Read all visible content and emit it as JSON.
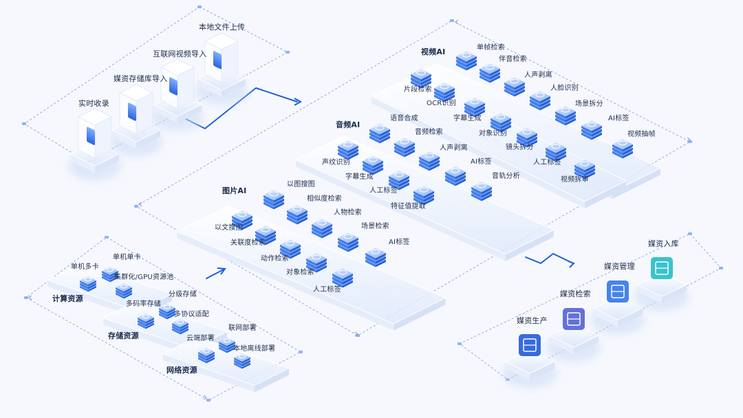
{
  "ingest": {
    "items": [
      "实时收录",
      "媒资存储库导入",
      "互联网视频导入",
      "本地文件上传"
    ]
  },
  "video_ai": {
    "title": "视频AI",
    "items": [
      "单帧检索",
      "伴音检索",
      "人声剥离",
      "人脸识别",
      "场景拆分",
      "AI标签",
      "视频抽帧",
      "片段检索",
      "OCR识别",
      "字幕生成",
      "对象识别",
      "镜头拆分",
      "人工标签",
      "视频拆审"
    ]
  },
  "audio_ai": {
    "title": "音频AI",
    "items": [
      "语音合成",
      "音频检索",
      "人声剥离",
      "AI标签",
      "音轨分析",
      "声纹识别",
      "字幕生成",
      "人工标签",
      "特征值提取"
    ]
  },
  "image_ai": {
    "title": "图片AI",
    "items": [
      "以图搜图",
      "相似度检索",
      "人物检索",
      "场景检索",
      "AI标签",
      "以文搜图",
      "关联度检索",
      "动作检索",
      "对象检索",
      "人工标签"
    ]
  },
  "resources": {
    "compute": {
      "title": "计算资源",
      "items": [
        "单机多卡",
        "单机单卡",
        "集群化/GPU资源池"
      ]
    },
    "storage": {
      "title": "存储资源",
      "items": [
        "多码率存储",
        "分级存储",
        "多协议适配"
      ]
    },
    "network": {
      "title": "网络资源",
      "items": [
        "云端部署",
        "联网部署",
        "本地离线部署"
      ]
    }
  },
  "media": {
    "items": [
      "媒资生产",
      "媒资检索",
      "媒资管理",
      "媒资入库"
    ]
  },
  "colors": {
    "accent": "#2f6fe6",
    "accent_light": "#8fb4f5",
    "arrow": "#1e5fd6",
    "dash": "#7d93c4",
    "platform": "#ffffff"
  }
}
